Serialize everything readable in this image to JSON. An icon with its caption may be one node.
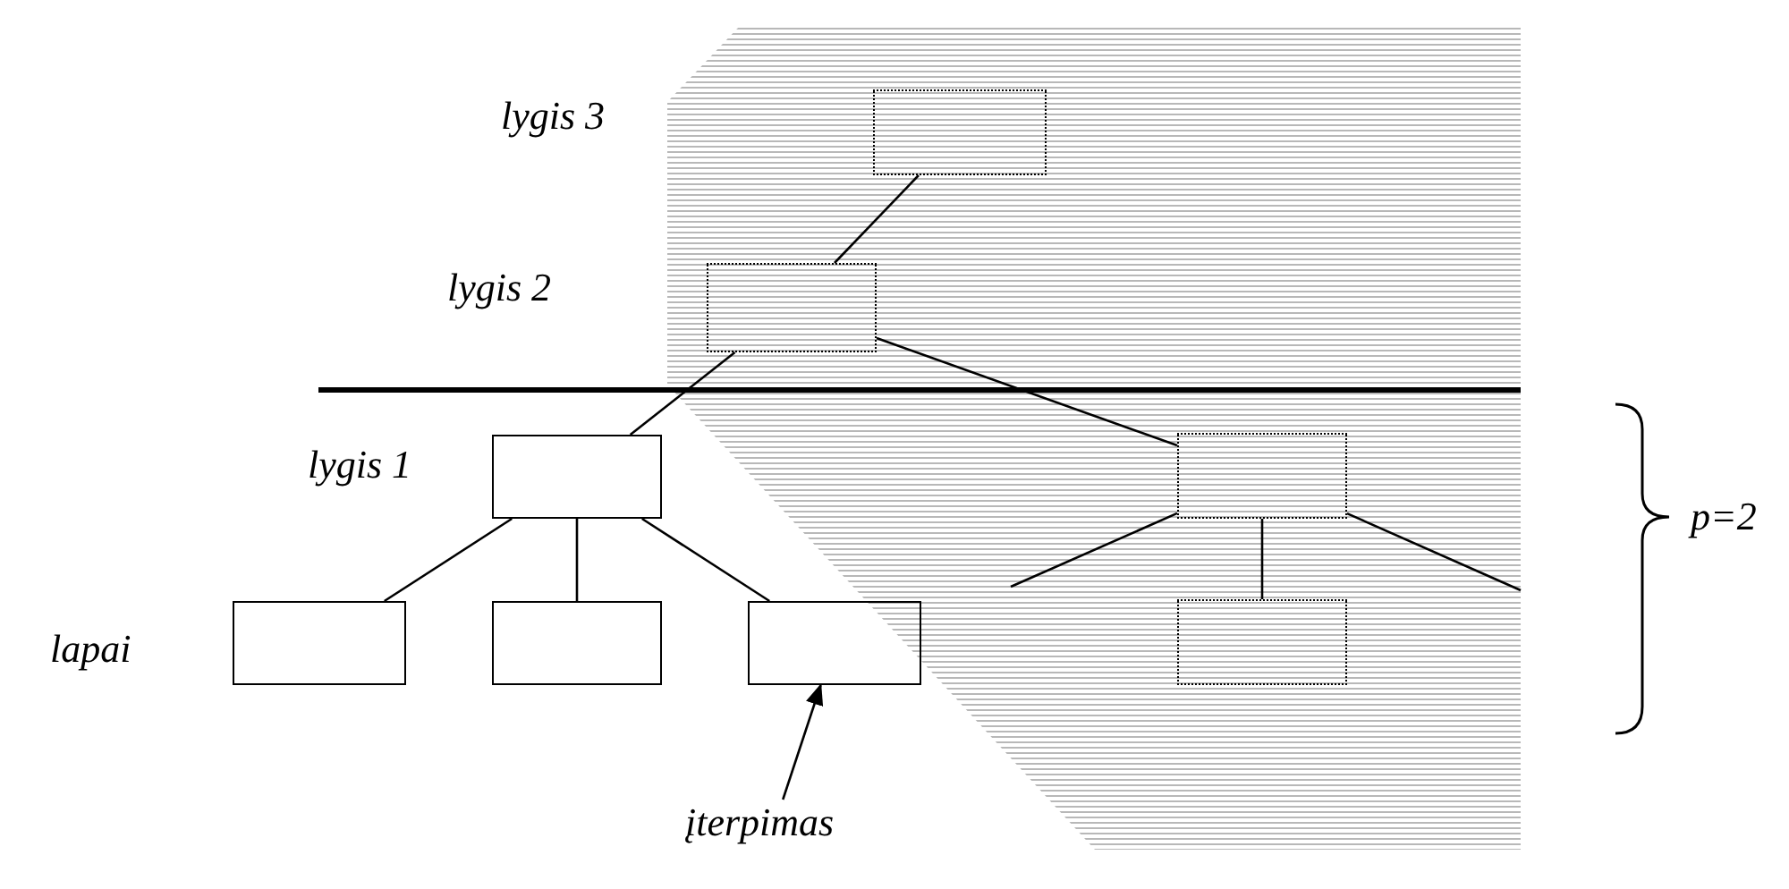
{
  "diagram": {
    "nodes": [
      {
        "text": [],
        "shape": "box"
      },
      {
        "text": [],
        "shape": "box"
      },
      {
        "text": [],
        "shape": "box"
      },
      {
        "text": [],
        "shape": "box"
      },
      {
        "text": [],
        "shape": "box"
      },
      {
        "text": [],
        "shape": "box"
      },
      {
        "text": [],
        "shape": "box"
      },
      {
        "text": [],
        "shape": "box"
      },
      {
        "text": [
          "įterpimas"
        ]
      }
    ],
    "edges": [
      {
        "from": 0,
        "to": 1,
        "arrow": "none"
      },
      {
        "from": 1,
        "to": 2,
        "arrow": "none"
      },
      {
        "from": 1,
        "to": 6,
        "arrow": "none"
      },
      {
        "from": 2,
        "to": 3,
        "arrow": "none"
      },
      {
        "from": 2,
        "to": 4,
        "arrow": "none"
      },
      {
        "from": 2,
        "to": 5,
        "arrow": "none"
      },
      {
        "from": 6,
        "to": null,
        "arrow": "none"
      },
      {
        "from": 6,
        "to": 7,
        "arrow": "none"
      },
      {
        "from": 6,
        "to": null,
        "arrow": "none"
      },
      {
        "from": 8,
        "to": 5,
        "arrow": "to"
      }
    ],
    "labels": [
      "lygis 3",
      "lygis 2",
      "lygis 1",
      "lapai",
      "p=2"
    ]
  }
}
